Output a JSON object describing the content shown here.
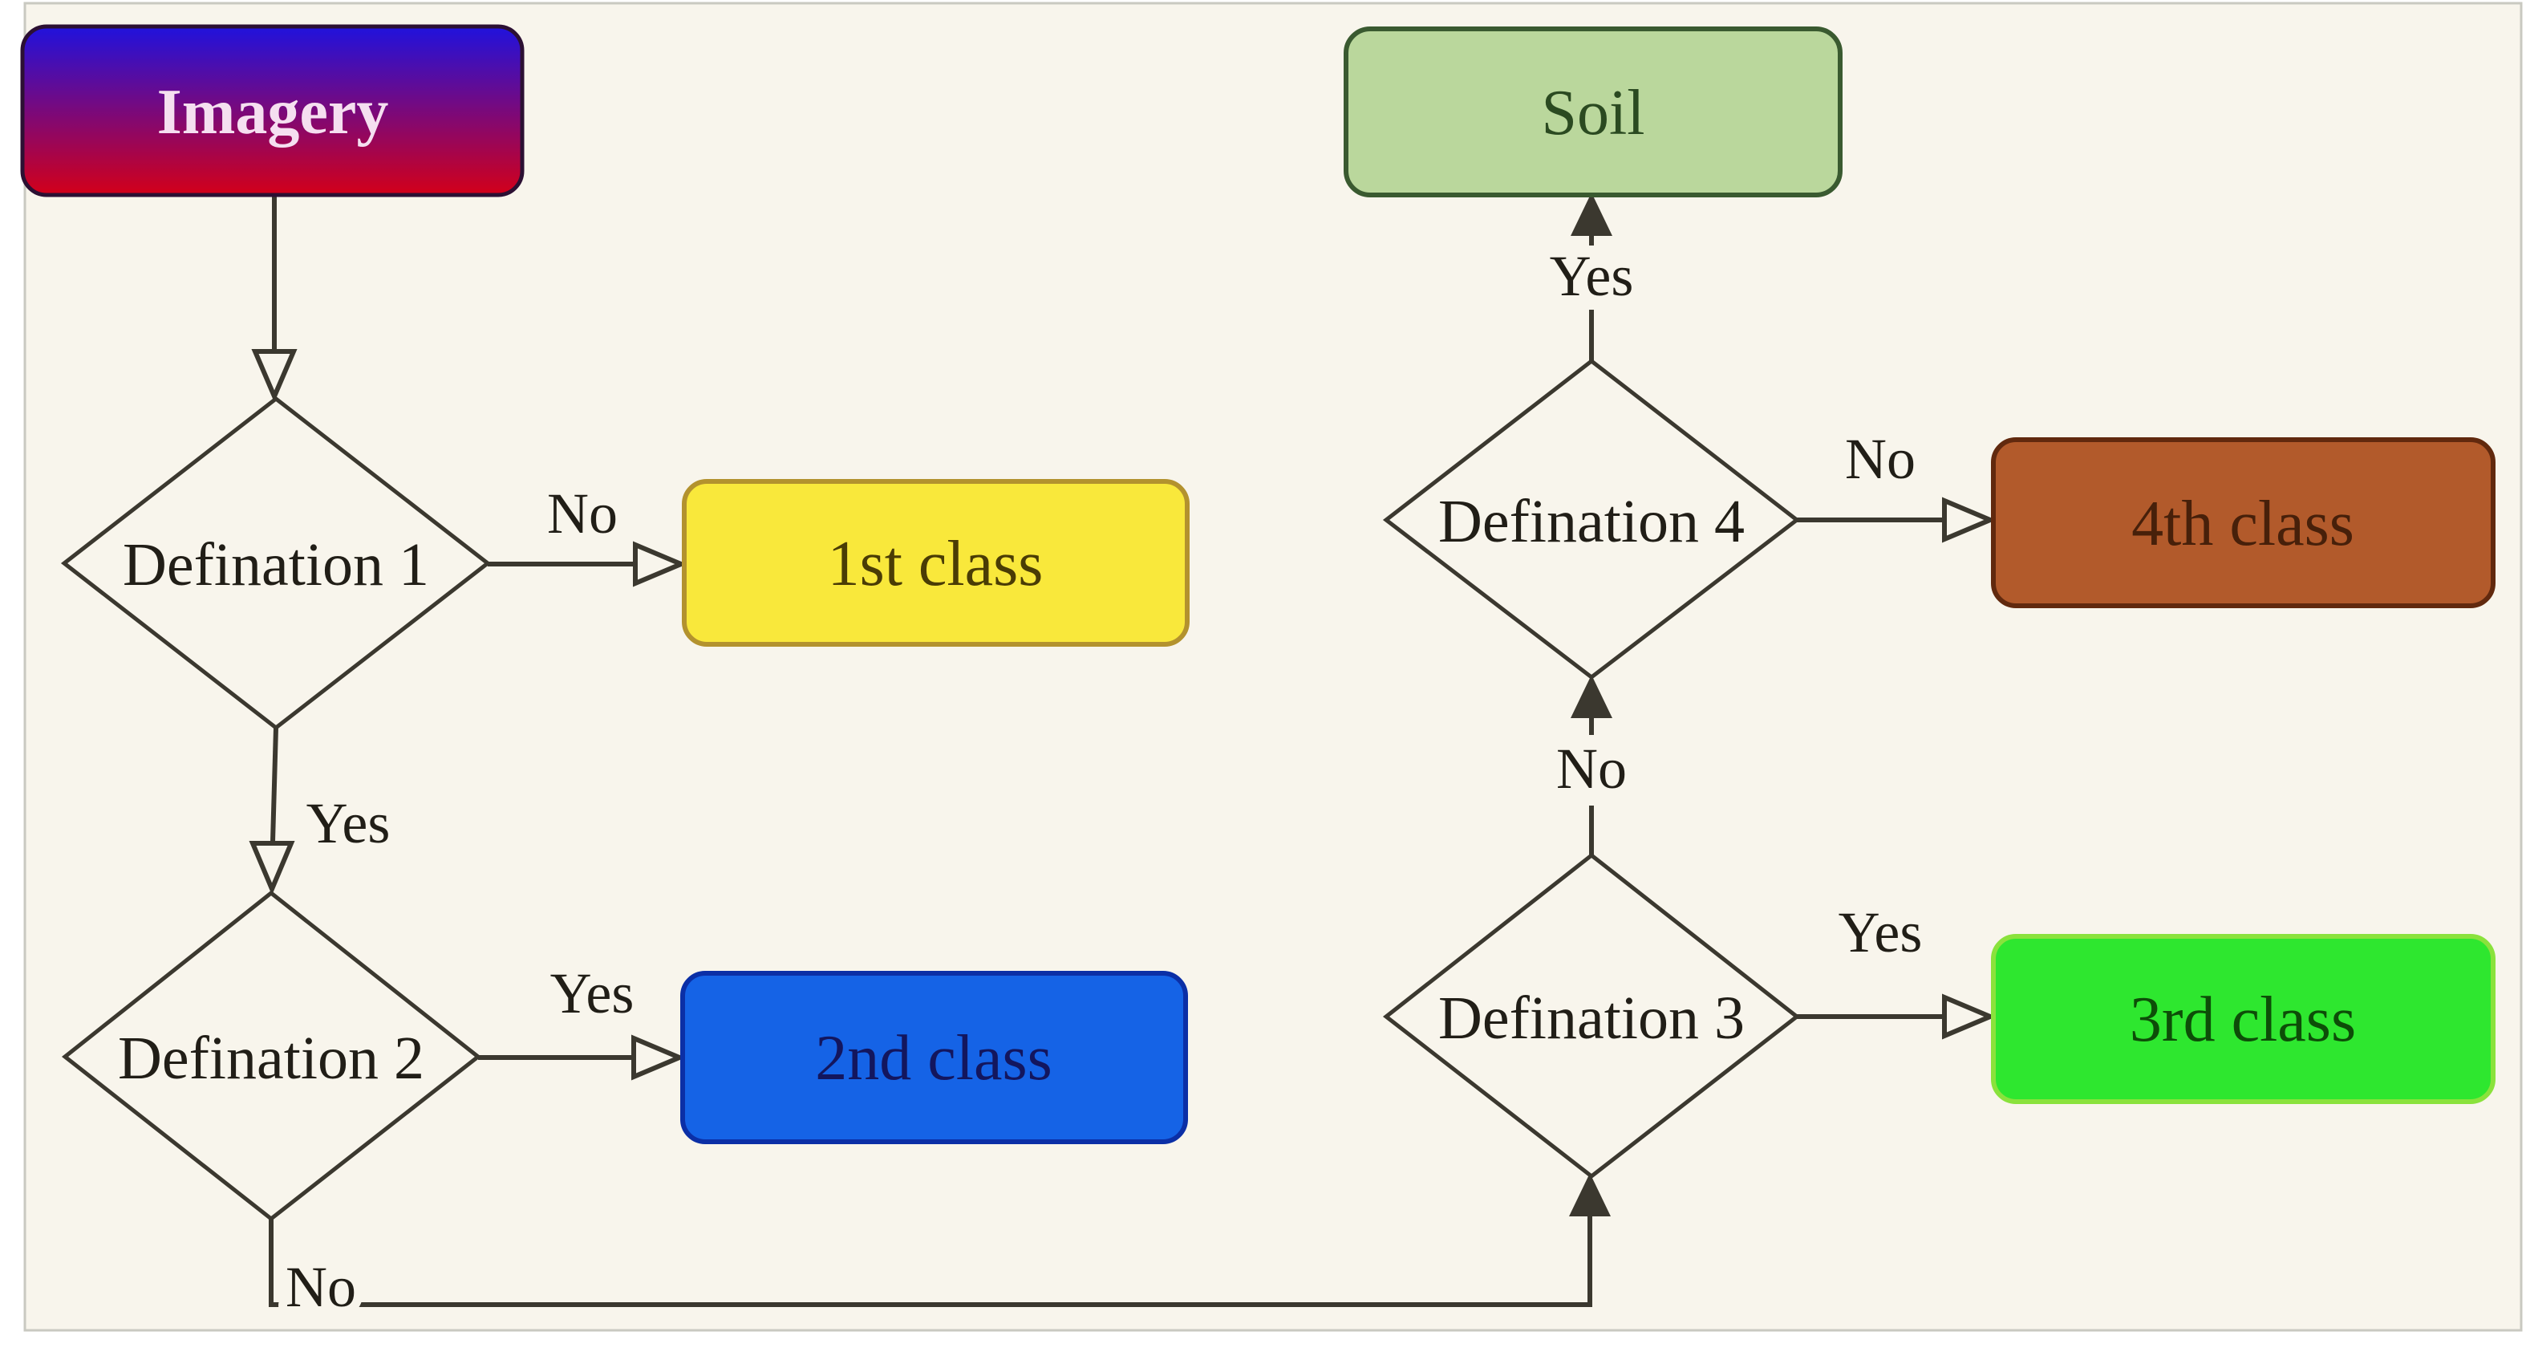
{
  "figure": {
    "type": "flowchart",
    "background": "#f8f5ec",
    "frame_color": "#c9c9c1",
    "line_color": "#3b382f",
    "ink": "#211e17",
    "nodes": {
      "imagery": {
        "label": "Imagery",
        "shape": "rounded-rect",
        "gradient_top": "#2012dd",
        "gradient_bottom": "#d30019",
        "border": "#2c1033",
        "text_color": "#f5dff0"
      },
      "definition1": {
        "label": "Defination 1",
        "shape": "diamond"
      },
      "definition2": {
        "label": "Defination 2",
        "shape": "diamond"
      },
      "definition3": {
        "label": "Defination 3",
        "shape": "diamond"
      },
      "definition4": {
        "label": "Defination 4",
        "shape": "diamond"
      },
      "class1": {
        "label": "1st class",
        "shape": "rounded-rect",
        "fill": "#f9e83b",
        "border": "#b3922e",
        "text_color": "#4a3c05"
      },
      "class2": {
        "label": "2nd class",
        "shape": "rounded-rect",
        "fill": "#1563e6",
        "border": "#0b2fa6",
        "text_color": "#13165e"
      },
      "class3": {
        "label": "3rd class",
        "shape": "rounded-rect",
        "fill": "#2ee72f",
        "border": "#8ae23c",
        "text_color": "#0d4d08"
      },
      "class4": {
        "label": "4th class",
        "shape": "rounded-rect",
        "fill": "#b25a2b",
        "border": "#61290e",
        "text_color": "#47200a"
      },
      "soil": {
        "label": "Soil",
        "shape": "rounded-rect",
        "fill": "#bad79c",
        "border": "#3a5a30",
        "text_color": "#2b4a21"
      }
    },
    "edge_labels": {
      "d1_no": "No",
      "d1_to_d2_yes": "Yes",
      "d2_yes": "Yes",
      "d2_no": "No",
      "d3_yes": "Yes",
      "d3_to_d4_no": "No",
      "d4_no": "No",
      "d4_to_soil_yes": "Yes"
    }
  }
}
